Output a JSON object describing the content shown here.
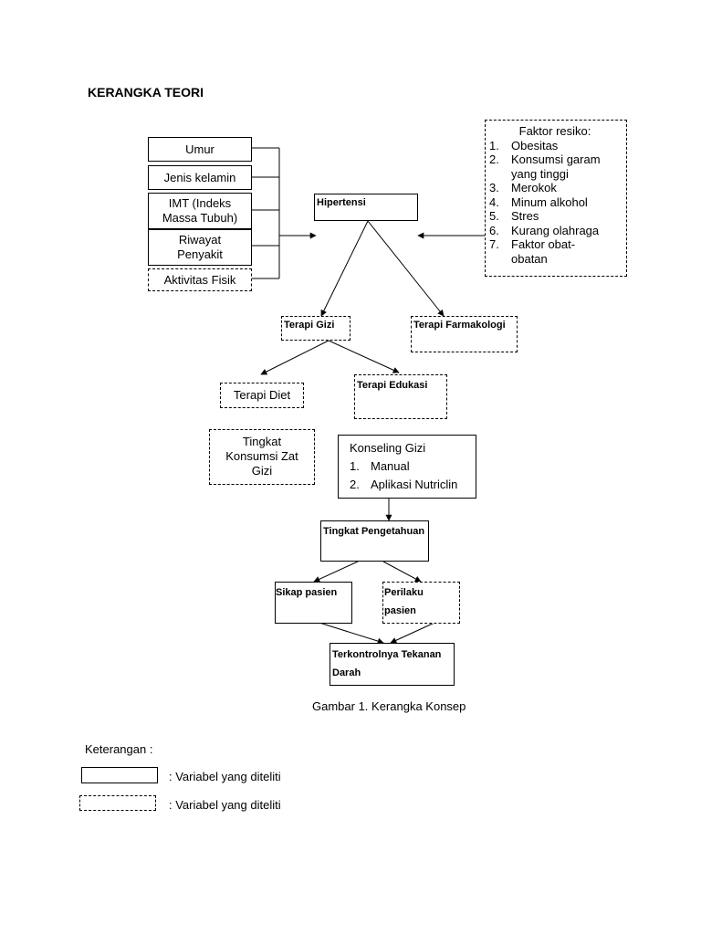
{
  "title": "KERANGKA TEORI",
  "left_factors": [
    "Umur",
    "Jenis kelamin",
    "IMT (Indeks Massa Tubuh)",
    "Riwayat Penyakit",
    "Aktivitas Fisik"
  ],
  "risk": {
    "heading": "Faktor resiko:",
    "items": [
      {
        "n": "1.",
        "t": "Obesitas"
      },
      {
        "n": "2.",
        "t": "Konsumsi garam yang tinggi"
      },
      {
        "n": "3.",
        "t": "Merokok"
      },
      {
        "n": "4.",
        "t": "Minum alkohol"
      },
      {
        "n": "5.",
        "t": "Stres"
      },
      {
        "n": "6.",
        "t": "Kurang olahraga"
      },
      {
        "n": "7.",
        "t": "Faktor obat-obatan"
      }
    ]
  },
  "hipertensi": "Hipertensi",
  "terapi_gizi": "Terapi Gizi",
  "terapi_farmakologi": "Terapi Farmakologi",
  "terapi_diet": "Terapi Diet",
  "terapi_edukasi": "Terapi Edukasi",
  "tingkat_konsumsi": "Tingkat Konsumsi Zat Gizi",
  "konseling": {
    "heading": "Konseling Gizi",
    "items": [
      {
        "n": "1.",
        "t": "Manual"
      },
      {
        "n": "2.",
        "t": "Aplikasi Nutriclin"
      }
    ]
  },
  "tingkat_pengetahuan": "Tingkat Pengetahuan",
  "sikap": "Sikap pasien",
  "perilaku": "Perilaku pasien",
  "terkontrol": "Terkontrolnya Tekanan Darah",
  "caption": "Gambar 1. Kerangka Konsep",
  "legend": {
    "heading": "Keterangan :",
    "solid": ": Variabel yang diteliti",
    "dashed": ": Variabel yang diteliti"
  }
}
